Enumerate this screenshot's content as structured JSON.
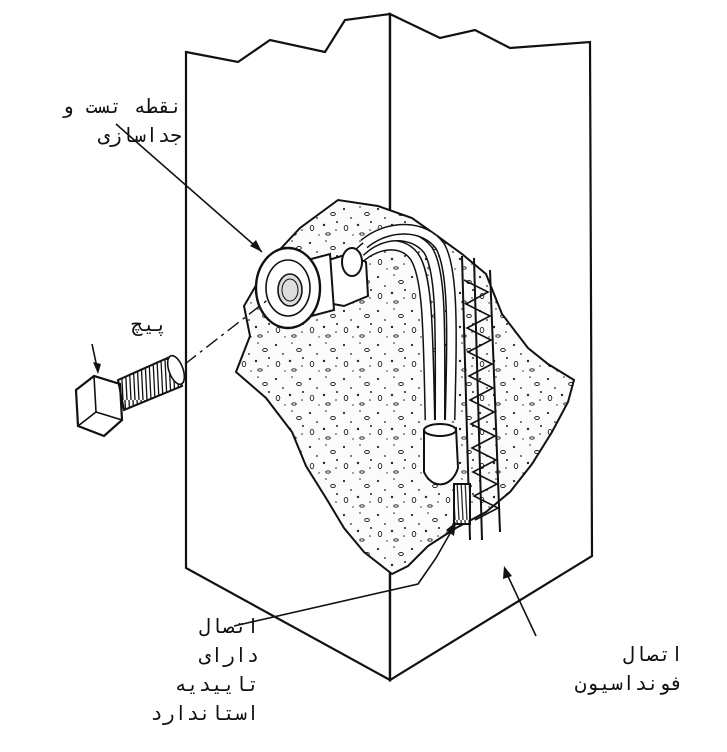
{
  "labels": {
    "test_point_line1": "نقطه تست و",
    "test_point_line2": "جداسازی",
    "bolt": "پیچ",
    "connection_line1": "اتصال",
    "connection_line2": "دارای",
    "connection_line3": "تاییدیه",
    "connection_line4": "استاندارد",
    "foundation_line1": "اتصال",
    "foundation_line2": "فونداسیون"
  },
  "colors": {
    "stroke": "#111111",
    "background": "#ffffff",
    "concrete": "#f2f2f2"
  }
}
